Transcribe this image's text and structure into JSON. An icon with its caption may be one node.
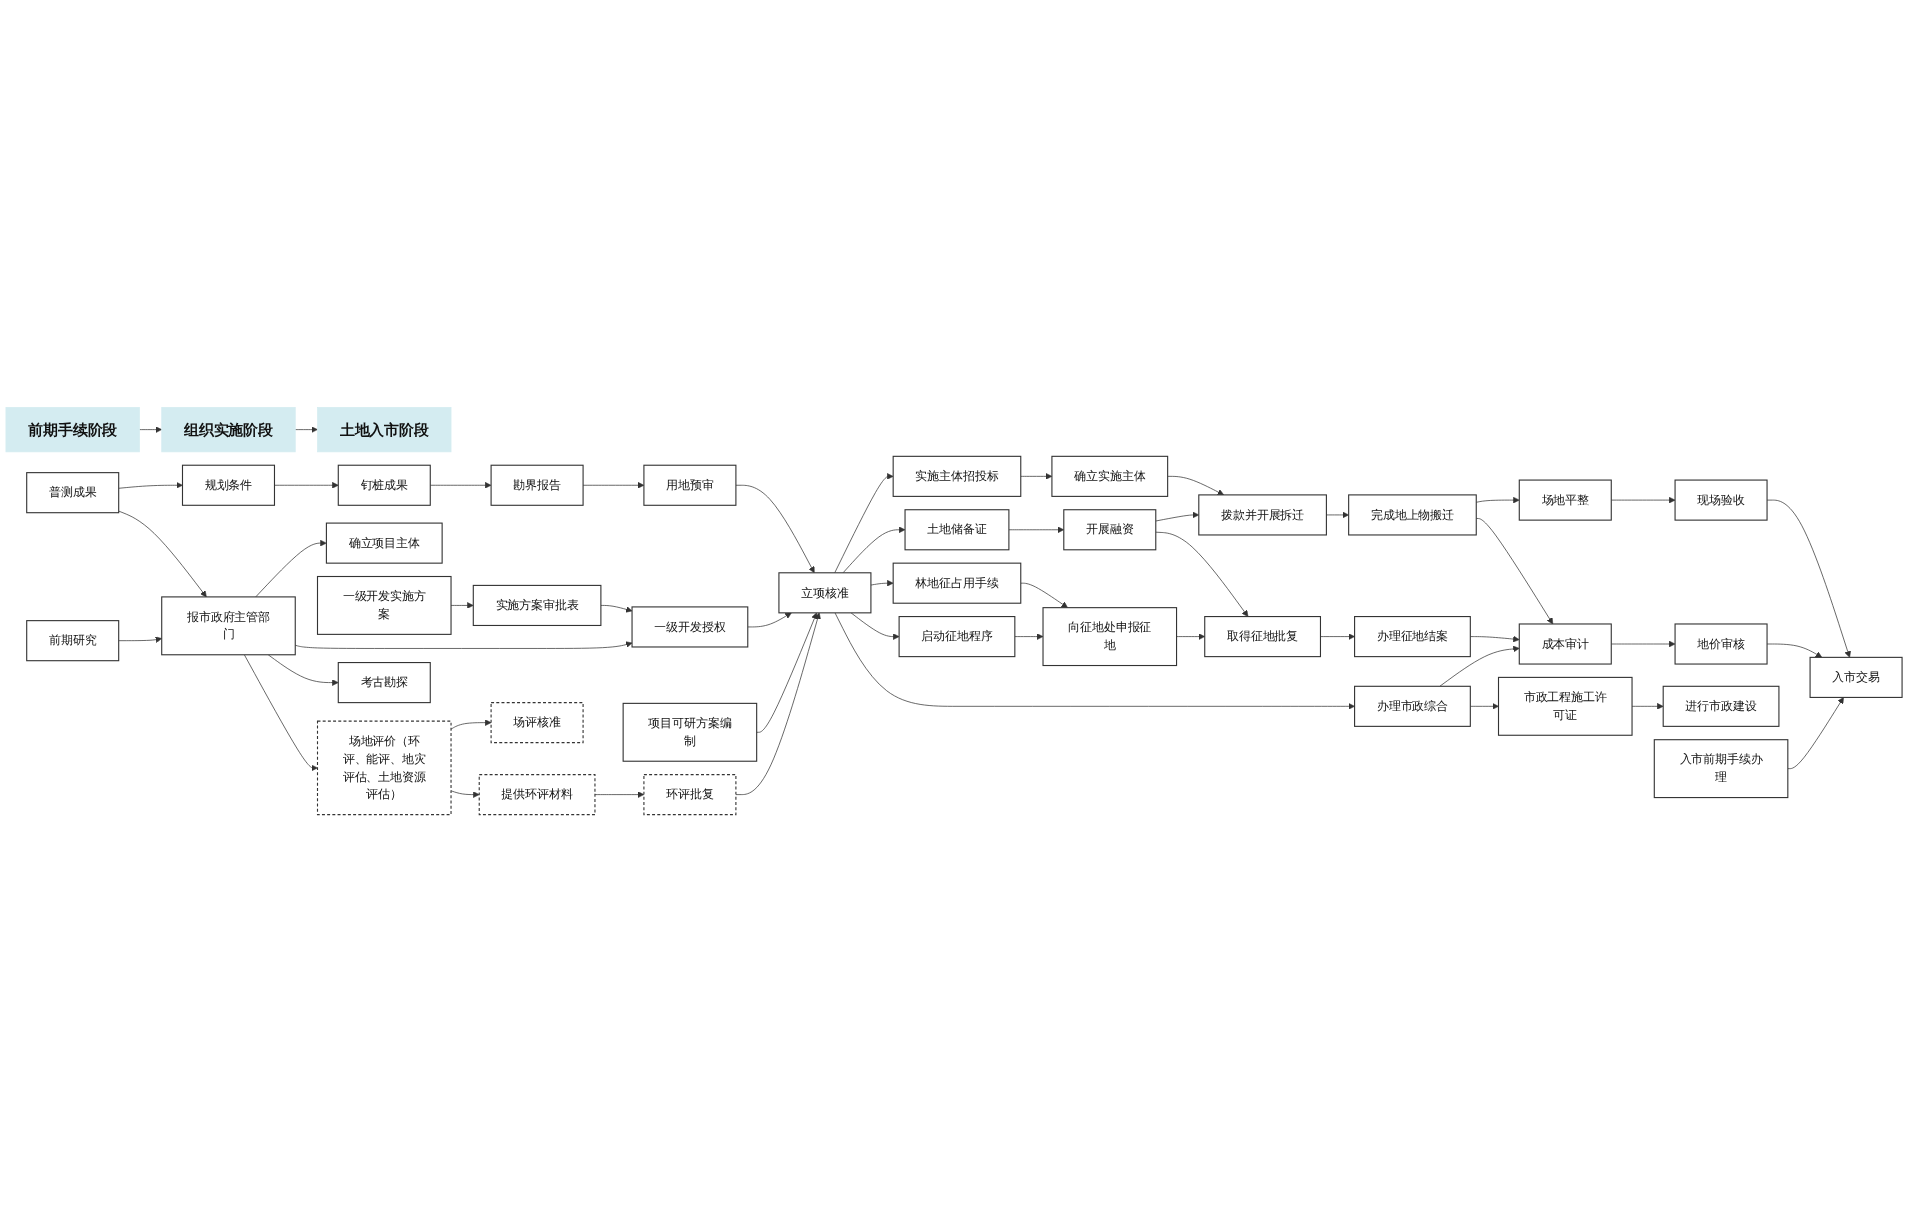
{
  "diagram": {
    "nodes": [
      {
        "text": [
          "前期手续阶段"
        ]
      },
      {
        "text": [
          "组织实施阶段"
        ]
      },
      {
        "text": [
          "土地入市阶段"
        ]
      },
      {
        "text": [
          "普测成果"
        ]
      },
      {
        "text": [
          "规划条件"
        ]
      },
      {
        "text": [
          "钉桩成果"
        ]
      },
      {
        "text": [
          "勘界报告"
        ]
      },
      {
        "text": [
          "用地预审"
        ]
      },
      {
        "text": [
          "前期研究"
        ]
      },
      {
        "text": [
          "报市政府主管部门"
        ]
      },
      {
        "text": [
          "一级开发授权"
        ]
      },
      {
        "text": [
          "确立项目主体"
        ]
      },
      {
        "text": [
          "一级开发实施方案"
        ]
      },
      {
        "text": [
          "实施方案审批表"
        ]
      },
      {
        "text": [
          "项目可研方案编制"
        ]
      },
      {
        "text": [
          "立项核准"
        ]
      },
      {
        "text": [
          "考古勘探"
        ]
      },
      {
        "text": [
          "场地评价（环评、能评、地灾评估、土地资源评估）"
        ]
      },
      {
        "text": [
          "场评核准"
        ]
      },
      {
        "text": [
          "提供环评材料"
        ]
      },
      {
        "text": [
          "环评批复"
        ]
      },
      {
        "text": [
          "实施主体招投标"
        ]
      },
      {
        "text": [
          "确立实施主体"
        ]
      },
      {
        "text": [
          "拨款并开展拆迁"
        ]
      },
      {
        "text": [
          "完成地上物搬迁"
        ]
      },
      {
        "text": [
          "场地平整"
        ]
      },
      {
        "text": [
          "土地储备证"
        ]
      },
      {
        "text": [
          "开展融资"
        ]
      },
      {
        "text": [
          "林地征占用手续"
        ]
      },
      {
        "text": [
          "启动征地程序"
        ]
      },
      {
        "text": [
          "向征地处申报征地"
        ]
      },
      {
        "text": [
          "取得征地批复"
        ]
      },
      {
        "text": [
          "办理征地结案"
        ]
      },
      {
        "text": [
          "办理市政综合"
        ]
      },
      {
        "text": [
          "成本审计"
        ]
      },
      {
        "text": [
          "市政工程施工许可证"
        ]
      },
      {
        "text": [
          "进行市政建设"
        ]
      },
      {
        "text": [
          "现场验收"
        ]
      },
      {
        "text": [
          "地价审核"
        ]
      },
      {
        "text": [
          "入市前期手续办理"
        ]
      },
      {
        "text": [
          "入市交易"
        ]
      }
    ],
    "edges": [
      {
        "from": 0,
        "to": 1,
        "arrow": "to"
      },
      {
        "from": 1,
        "to": 2,
        "arrow": "to"
      },
      {
        "from": 3,
        "to": 4,
        "arrow": "to"
      },
      {
        "from": 4,
        "to": 5,
        "arrow": "to"
      },
      {
        "from": 5,
        "to": 6,
        "arrow": "to"
      },
      {
        "from": 6,
        "to": 7,
        "arrow": "to"
      },
      {
        "from": 3,
        "to": 9,
        "arrow": "to"
      },
      {
        "from": 8,
        "to": 9,
        "arrow": "to"
      },
      {
        "from": 9,
        "to": 11,
        "arrow": "to"
      },
      {
        "from": 9,
        "to": 10,
        "arrow": "to"
      },
      {
        "from": 13,
        "to": 10,
        "arrow": "to"
      },
      {
        "from": 12,
        "to": 13,
        "arrow": "to"
      },
      {
        "from": 9,
        "to": 16,
        "arrow": "to"
      },
      {
        "from": 9,
        "to": 17,
        "arrow": "to"
      },
      {
        "from": 17,
        "to": 18,
        "arrow": "to"
      },
      {
        "from": 17,
        "to": 19,
        "arrow": "to"
      },
      {
        "from": 19,
        "to": 20,
        "arrow": "to"
      },
      {
        "from": 7,
        "to": 15,
        "arrow": "to"
      },
      {
        "from": 10,
        "to": 15,
        "arrow": "to"
      },
      {
        "from": 14,
        "to": 15,
        "arrow": "to"
      },
      {
        "from": 20,
        "to": 15,
        "arrow": "to"
      },
      {
        "from": 15,
        "to": 21,
        "arrow": "to"
      },
      {
        "from": 15,
        "to": 26,
        "arrow": "to"
      },
      {
        "from": 15,
        "to": 28,
        "arrow": "to"
      },
      {
        "from": 15,
        "to": 29,
        "arrow": "to"
      },
      {
        "from": 15,
        "to": 33,
        "arrow": "to"
      },
      {
        "from": 21,
        "to": 22,
        "arrow": "to"
      },
      {
        "from": 22,
        "to": 23,
        "arrow": "to"
      },
      {
        "from": 23,
        "to": 24,
        "arrow": "to"
      },
      {
        "from": 24,
        "to": 25,
        "arrow": "to"
      },
      {
        "from": 26,
        "to": 27,
        "arrow": "to"
      },
      {
        "from": 27,
        "to": 23,
        "arrow": "to"
      },
      {
        "from": 27,
        "to": 31,
        "arrow": "to"
      },
      {
        "from": 28,
        "to": 30,
        "arrow": "to"
      },
      {
        "from": 29,
        "to": 30,
        "arrow": "to"
      },
      {
        "from": 30,
        "to": 31,
        "arrow": "to"
      },
      {
        "from": 31,
        "to": 32,
        "arrow": "to"
      },
      {
        "from": 24,
        "to": 34,
        "arrow": "to"
      },
      {
        "from": 32,
        "to": 34,
        "arrow": "to"
      },
      {
        "from": 33,
        "to": 34,
        "arrow": "to"
      },
      {
        "from": 33,
        "to": 35,
        "arrow": "to"
      },
      {
        "from": 35,
        "to": 36,
        "arrow": "to"
      },
      {
        "from": 34,
        "to": 38,
        "arrow": "to"
      },
      {
        "from": 25,
        "to": 37,
        "arrow": "to"
      },
      {
        "from": 37,
        "to": 40,
        "arrow": "to"
      },
      {
        "from": 38,
        "to": 40,
        "arrow": "to"
      },
      {
        "from": 39,
        "to": 40,
        "arrow": "to"
      }
    ]
  }
}
